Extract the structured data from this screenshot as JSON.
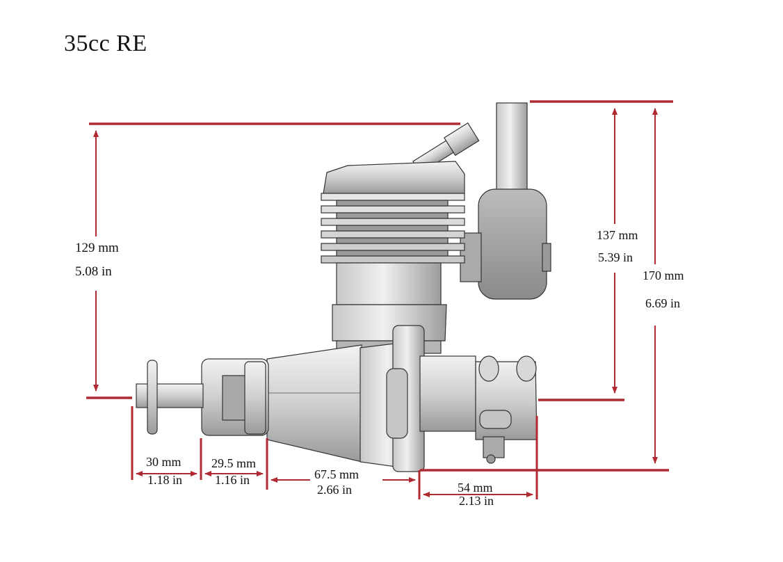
{
  "title": "35cc RE",
  "colors": {
    "dimension_line": "#b02a32",
    "metal_light": "#e4e4e4",
    "metal_mid": "#bdbdbd",
    "metal_dark": "#7c7c7c",
    "outline": "#333333"
  },
  "dimensions": {
    "height_129": {
      "mm": "129 mm",
      "in": "5.08 in"
    },
    "height_137": {
      "mm": "137 mm",
      "in": "5.39 in"
    },
    "height_170": {
      "mm": "170 mm",
      "in": "6.69 in"
    },
    "shaft_30": {
      "mm": "30 mm",
      "in": "1.18 in"
    },
    "hub_29_5": {
      "mm": "29.5 mm",
      "in": "1.16 in"
    },
    "body_67_5": {
      "mm": "67.5 mm",
      "in": "2.66 in"
    },
    "rear_54": {
      "mm": "54 mm",
      "in": "2.13 in"
    }
  }
}
